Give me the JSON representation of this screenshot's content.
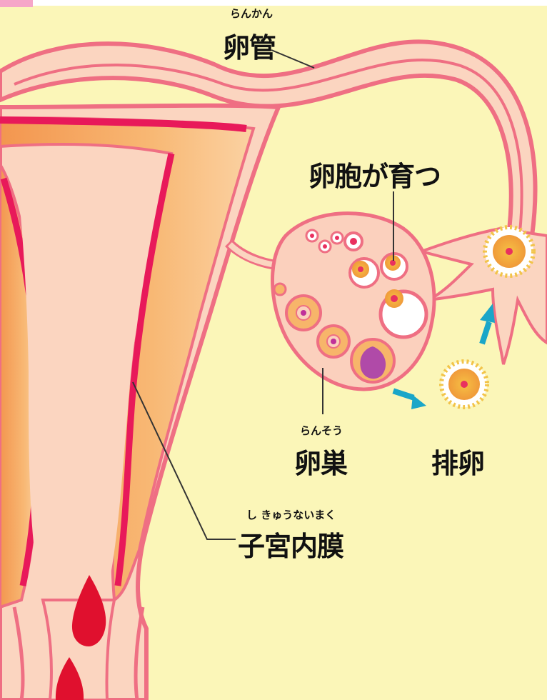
{
  "labels": {
    "oviduct": {
      "ruby": "らんかん",
      "text": "卵管"
    },
    "follicle_growth": {
      "text": "卵胞が育つ"
    },
    "ovary": {
      "ruby": "らんそう",
      "text": "卵巣"
    },
    "ovulation": {
      "text": "排卵"
    },
    "endometrium": {
      "ruby": "し きゅうないまく",
      "text": "子宮内膜"
    }
  },
  "colors": {
    "background": "#fbf6b8",
    "uterus_outline": "#ef6f83",
    "uterus_fill": "#fbd5c0",
    "muscle_fill": "#f7ae6a",
    "lining": "#e8195a",
    "blood": "#e0102e",
    "arrow": "#1aa6c8",
    "egg_center": "#e9305f",
    "egg_yolk": "#f6b346"
  }
}
